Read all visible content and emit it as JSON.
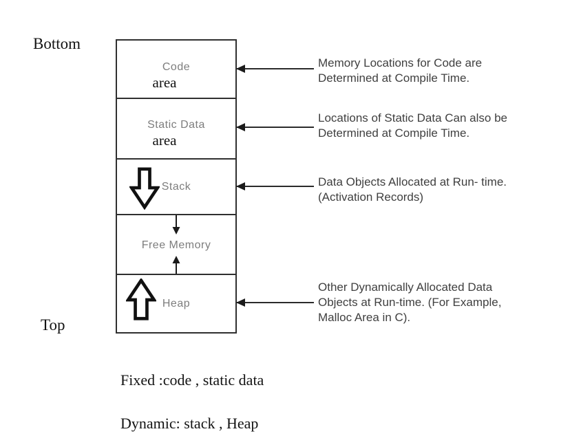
{
  "side_labels": {
    "bottom": "Bottom",
    "top": "Top"
  },
  "memory_column": {
    "sections": [
      {
        "name": "code-area",
        "label": "Code",
        "sublabel": "area"
      },
      {
        "name": "static-data-area",
        "label": "Static Data",
        "sublabel": "area"
      },
      {
        "name": "stack",
        "label": "Stack",
        "growth_icon": "block-arrow-down-icon"
      },
      {
        "name": "free-memory",
        "label": "Free Memory",
        "top_icon": "small-arrow-down-icon",
        "bottom_icon": "small-arrow-up-icon"
      },
      {
        "name": "heap",
        "label": "Heap",
        "growth_icon": "block-arrow-up-icon"
      }
    ]
  },
  "annotations": [
    {
      "target": "code-area",
      "pointer_icon": "left-arrowhead-icon",
      "lines": [
        "Memory Locations for Code are",
        "Determined at Compile Time."
      ]
    },
    {
      "target": "static-data-area",
      "pointer_icon": "left-arrowhead-icon",
      "lines": [
        "Locations of Static Data Can also be",
        "Determined at Compile Time."
      ]
    },
    {
      "target": "stack",
      "pointer_icon": "left-arrowhead-icon",
      "lines": [
        "Data Objects Allocated at Run- time.",
        "(Activation Records)"
      ]
    },
    {
      "target": "heap",
      "pointer_icon": "left-arrowhead-icon",
      "lines": [
        "Other Dynamically Allocated Data",
        "Objects at Run-time. (For Example,",
        "Malloc Area in C)."
      ]
    }
  ],
  "footer": {
    "fixed_line": "Fixed :code , static data",
    "dynamic_line": "Dynamic: stack , Heap"
  },
  "colors": {
    "background": "#ffffff",
    "box_border": "#2f2f2f",
    "gray_label": "#7d7d7d",
    "annotation_text": "#3f3f3f",
    "serif_text": "#131313",
    "arrow": "#1b1b1b"
  }
}
